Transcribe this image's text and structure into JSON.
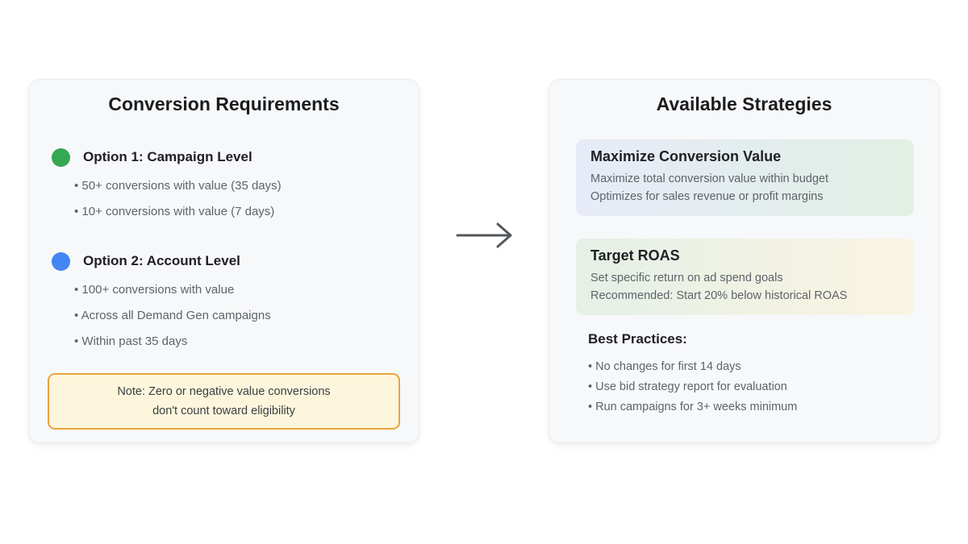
{
  "left_panel": {
    "title": "Conversion Requirements",
    "options": [
      {
        "dot_icon": "green-circle",
        "dot_color": "#34a853",
        "title": "Option 1: Campaign Level",
        "bullets": [
          "• 50+ conversions with value (35 days)",
          "• 10+ conversions with value (7 days)"
        ]
      },
      {
        "dot_icon": "blue-circle",
        "dot_color": "#4285f4",
        "title": "Option 2: Account Level",
        "bullets": [
          "• 100+ conversions with value",
          "• Across all Demand Gen campaigns",
          "• Within past 35 days"
        ]
      }
    ],
    "note": {
      "line1": "Note: Zero or negative value conversions",
      "line2": "don't count toward eligibility",
      "background": "#fdf6dd",
      "border_color": "#e8a33b"
    }
  },
  "arrow": {
    "icon": "arrow-right",
    "color": "#54585d"
  },
  "right_panel": {
    "title": "Available Strategies",
    "strategies": [
      {
        "title": "Maximize Conversion Value",
        "line1": "Maximize total conversion value within budget",
        "line2": "Optimizes for sales revenue or profit margins",
        "gradient_from": "#e7ebf8",
        "gradient_to": "#e1efe4"
      },
      {
        "title": "Target ROAS",
        "line1": "Set specific return on ad spend goals",
        "line2": "Recommended: Start 20% below historical ROAS",
        "gradient_from": "#e5f0e7",
        "gradient_to": "#faf4e2"
      }
    ],
    "best_practices": {
      "title": "Best Practices:",
      "bullets": [
        "• No changes for first 14 days",
        "• Use bid strategy report for evaluation",
        "• Run campaigns for 3+ weeks minimum"
      ]
    }
  }
}
